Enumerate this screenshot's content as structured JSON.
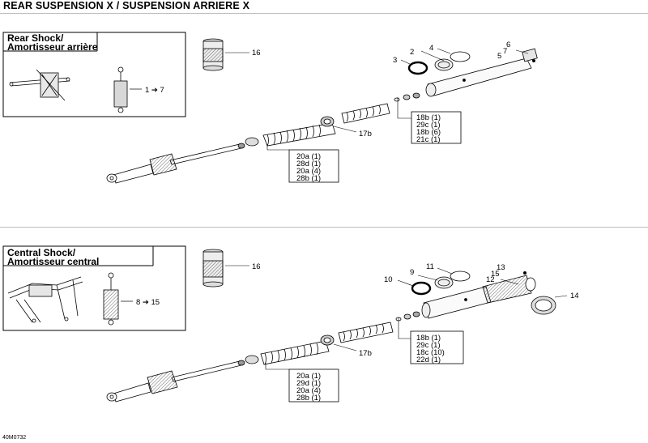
{
  "title": "REAR SUSPENSION X / SUSPENSION ARRIERE X",
  "figure_code": "40M0732",
  "sections": [
    {
      "id": "rear",
      "inset_title_line1": "Rear Shock/",
      "inset_title_line2": "Amortisseur arrière",
      "range_label": "1 ➔ 7",
      "part_refs": [
        "16",
        "2",
        "3",
        "4",
        "5",
        "6",
        "7",
        "17b"
      ],
      "kit_upper": [
        "18b (1)",
        "29c (1)",
        "18b (6)",
        "21c (1)"
      ],
      "kit_lower": [
        "20a (1)",
        "28d (1)",
        "20a (4)",
        "28b (1)"
      ]
    },
    {
      "id": "central",
      "inset_title_line1": "Central Shock/",
      "inset_title_line2": "Amortisseur central",
      "range_label": "8 ➔ 15",
      "part_refs": [
        "16",
        "9",
        "10",
        "11",
        "12",
        "13",
        "15",
        "14",
        "17b"
      ],
      "kit_upper": [
        "18b (1)",
        "29c (1)",
        "18c (10)",
        "22d (1)"
      ],
      "kit_lower": [
        "20a (1)",
        "29d (1)",
        "20a (4)",
        "28b (1)"
      ]
    }
  ]
}
